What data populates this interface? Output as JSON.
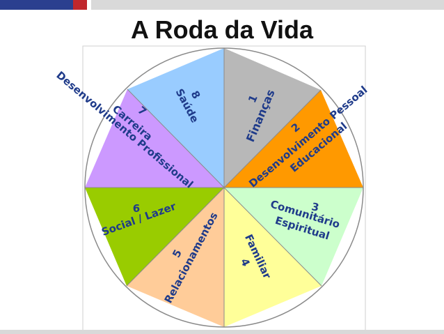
{
  "title": "A Roda da Vida",
  "colors": {
    "top_blue": "#2b3f8f",
    "top_red": "#c0272d",
    "top_gray": "#d9d9d9",
    "bottom_gray": "#d9d9d9",
    "text_blue": "#1f3b8a"
  },
  "segments": [
    {
      "number": "1",
      "label": "Finanças",
      "color": "#b8b8b8"
    },
    {
      "number": "2",
      "label_line1": "Desenvolvimento Pessoal",
      "label_line2": "Educacional",
      "color": "#ff9900"
    },
    {
      "number": "3",
      "label_line1": "Comunitário",
      "label_line2": "Espiritual",
      "color": "#ccffcc"
    },
    {
      "number": "4",
      "label": "Familiar",
      "color": "#ffff99"
    },
    {
      "number": "5",
      "label": "Relacionamentos",
      "color": "#ffcc99"
    },
    {
      "number": "6",
      "label": "Social / Lazer",
      "color": "#99cc00"
    },
    {
      "number": "7",
      "label_line1": "Carreira",
      "label_line2": "Desenvolvimento Profissional",
      "color": "#cc99ff"
    },
    {
      "number": "8",
      "label": "Saúde",
      "color": "#99ccff"
    }
  ]
}
